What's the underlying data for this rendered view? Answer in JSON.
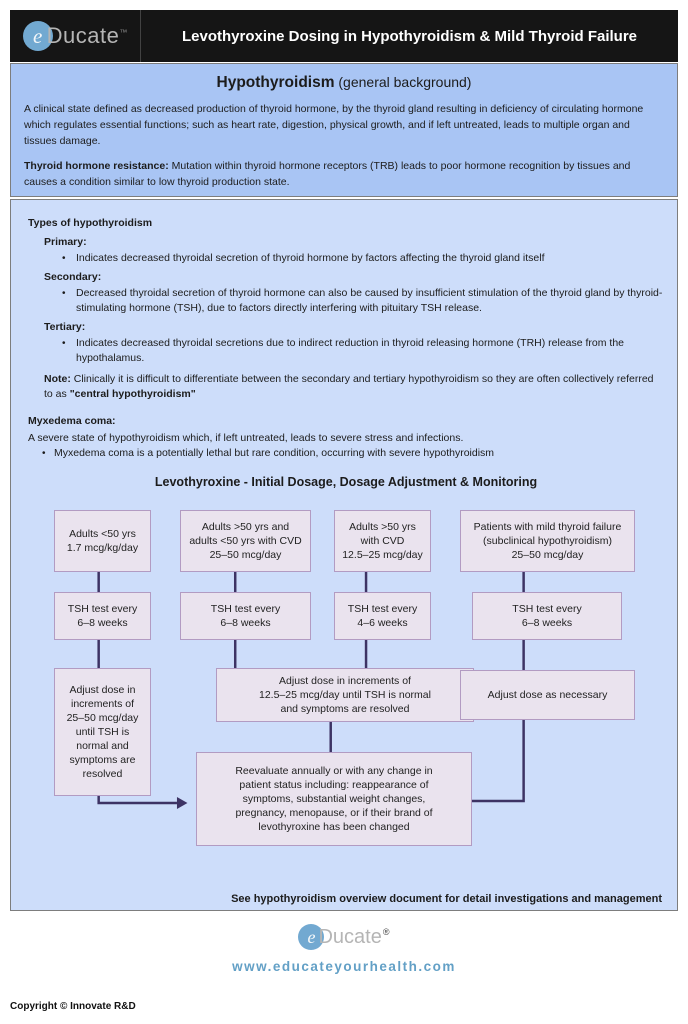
{
  "colors": {
    "header_bg": "#151515",
    "section1_bg": "#a9c5f4",
    "section2_bg": "#cdddfa",
    "section_border": "#7d7d7d",
    "box_fill": "#eae3ee",
    "box_border": "#b29bc2",
    "connector": "#3d3364",
    "logo_circle": "#72a9d1",
    "logo_text": "#b5b5b5",
    "url_color": "#63a0c6"
  },
  "header": {
    "logo_e": "e",
    "logo_rest": "Ducate",
    "logo_mark": "™",
    "title": "Levothyroxine Dosing in Hypothyroidism & Mild Thyroid Failure"
  },
  "background": {
    "title_bold": "Hypothyroidism",
    "title_rest": " (general background)",
    "paragraph1": "A clinical state defined as decreased production of thyroid hormone, by the thyroid gland resulting in deficiency of circulating hormone which regulates essential functions; such as heart rate, digestion, physical growth, and if left untreated, leads to multiple organ and tissues damage.",
    "resistance_bold": "Thyroid hormone resistance:",
    "resistance_text": " Mutation within thyroid hormone receptors (TRB) leads to poor hormone recognition by tissues and causes a condition similar to low thyroid production state."
  },
  "types": {
    "heading": "Types of hypothyroidism",
    "primary_label": "Primary:",
    "primary_bullet": "Indicates decreased thyroidal secretion of thyroid hormone by factors affecting the thyroid gland itself",
    "secondary_label": "Secondary:",
    "secondary_bullet": "Decreased thyroidal secretion of thyroid hormone can also be caused by insufficient stimulation of the thyroid gland by thyroid-stimulating hormone (TSH), due to factors directly interfering with pituitary TSH release.",
    "tertiary_label": "Tertiary:",
    "tertiary_bullet": "Indicates decreased thyroidal secretions due to indirect reduction in thyroid releasing hormone (TRH) release from the hypothalamus.",
    "note_bold": "Note:",
    "note_text": " Clinically it is difficult to differentiate between the secondary and tertiary hypothyroidism so they are often collectively referred to as ",
    "note_bold2": "\"central hypothyroidism\"",
    "myxedema_label": "Myxedema coma:",
    "myxedema_text": "A severe state of hypothyroidism which, if left untreated, leads to severe stress and infections.",
    "myxedema_bullet": "Myxedema coma is a potentially lethal but rare condition, occurring with severe hypothyroidism"
  },
  "flowchart": {
    "title": "Levothyroxine - Initial Dosage, Dosage Adjustment & Monitoring",
    "boxes": {
      "adults_under50": {
        "lines": [
          "Adults <50 yrs",
          "1.7 mcg/kg/day"
        ]
      },
      "adults_over50_and_under50_cvd": {
        "lines": [
          "Adults >50 yrs and",
          "adults <50 yrs with CVD",
          "25–50 mcg/day"
        ]
      },
      "adults_over50_cvd": {
        "lines": [
          "Adults >50 yrs",
          "with CVD",
          "12.5–25 mcg/day"
        ]
      },
      "mild_thyroid_failure": {
        "lines": [
          "Patients with mild thyroid failure",
          "(subclinical hypothyroidism)",
          "25–50 mcg/day"
        ]
      },
      "tsh1": {
        "lines": [
          "TSH test every",
          "6–8 weeks"
        ]
      },
      "tsh2": {
        "lines": [
          "TSH test every",
          "6–8 weeks"
        ]
      },
      "tsh3": {
        "lines": [
          "TSH test every",
          "4–6 weeks"
        ]
      },
      "tsh4": {
        "lines": [
          "TSH test every",
          "6–8 weeks"
        ]
      },
      "adjust1": {
        "lines": [
          "Adjust dose in",
          "increments of",
          "25–50 mcg/day",
          "until TSH is",
          "normal and",
          "symptoms are",
          "resolved"
        ]
      },
      "adjust_mid": {
        "lines": [
          "Adjust dose in increments of",
          "12.5–25 mcg/day until TSH is normal",
          "and symptoms are resolved"
        ]
      },
      "adjust4": {
        "lines": [
          "Adjust dose as necessary"
        ]
      },
      "reevaluate": {
        "lines": [
          "Reevaluate annually or with any change in",
          "patient status including: reappearance of",
          "symptoms, substantial weight changes,",
          "pregnancy, menopause, or if their brand of",
          "levothyroxine has been changed"
        ]
      }
    }
  },
  "footer_note": "See hypothyroidism overview document for detail investigations and management",
  "footer": {
    "logo_e": "e",
    "logo_rest": "Ducate",
    "reg": "®",
    "website": "www.educateyourhealth.com",
    "copyright": "Copyright © Innovate R&D"
  }
}
